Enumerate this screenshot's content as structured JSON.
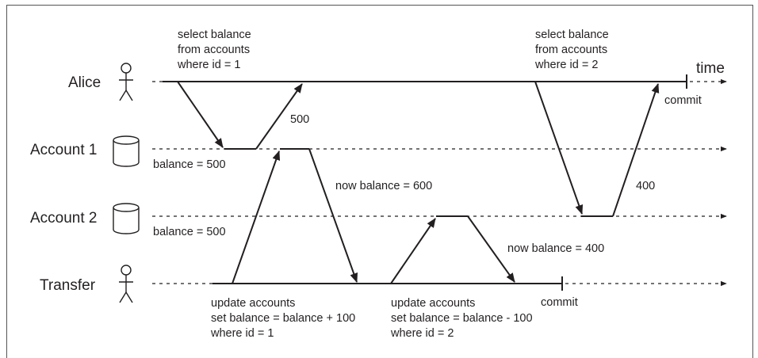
{
  "lanes": {
    "alice": "Alice",
    "account1": "Account 1",
    "account2": "Account 2",
    "transfer": "Transfer"
  },
  "time_label": "time",
  "alice_query1": [
    "select balance",
    "from accounts",
    "where id = 1"
  ],
  "alice_query2": [
    "select balance",
    "from accounts",
    "where id = 2"
  ],
  "alice_read1_result": "500",
  "alice_read2_result": "400",
  "alice_commit": "commit",
  "account1_initial": "balance = 500",
  "account2_initial": "balance = 500",
  "account1_after": "now balance = 600",
  "account2_after": "now balance = 400",
  "transfer_update1": [
    "update accounts",
    "set balance = balance + 100",
    "where id = 1"
  ],
  "transfer_update2": [
    "update accounts",
    "set balance = balance - 100",
    "where id = 2"
  ],
  "transfer_commit": "commit",
  "icons": {
    "alice": "person-icon",
    "account1": "database-icon",
    "account2": "database-icon",
    "transfer": "person-icon"
  },
  "colors": {
    "ink": "#231f20",
    "border": "#555555"
  }
}
